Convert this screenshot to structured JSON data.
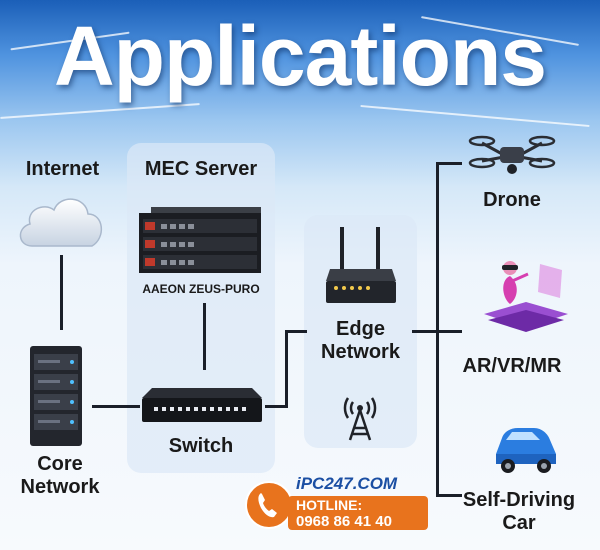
{
  "title": "Applications",
  "nodes": {
    "internet": "Internet",
    "mec_server": "MEC Server",
    "server_model": "AAEON ZEUS-PURO",
    "switch": "Switch",
    "edge_line1": "Edge",
    "edge_line2": "Network",
    "core_line1": "Core",
    "core_line2": "Network",
    "drone": "Drone",
    "arvrmr": "AR/VR/MR",
    "car_line1": "Self-Driving",
    "car_line2": "Car"
  },
  "watermark": {
    "brand": "iPC247.COM",
    "hotline_label": "HOTLINE:",
    "phone": "0968 86 41 40"
  },
  "colors": {
    "title": "#ffffff",
    "panel": "#dce8f6",
    "line": "#1a1f29",
    "badge_orange": "#e8731d",
    "brand_blue": "#1b4fa3"
  }
}
